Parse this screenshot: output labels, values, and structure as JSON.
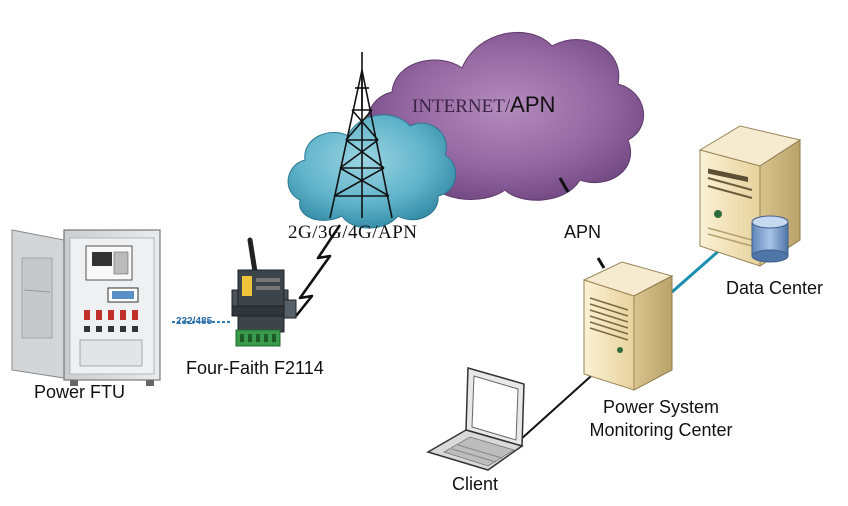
{
  "nodes": {
    "power_ftu": {
      "label": "Power FTU"
    },
    "router": {
      "label": "Four-Faith F2114",
      "port_label": "232/485"
    },
    "cellular_cloud": {
      "label": "2G/3G/4G/APN"
    },
    "internet_cloud": {
      "label_part1": "INTERNET/",
      "label_part2": "APN"
    },
    "apn_link": {
      "label": "APN"
    },
    "data_center": {
      "label": "Data Center"
    },
    "monitoring_center": {
      "label_line1": "Power System",
      "label_line2": "Monitoring Center"
    },
    "client": {
      "label": "Client"
    }
  },
  "colors": {
    "cellular_cloud": "#5fb3c9",
    "internet_cloud": "#9c6aa6",
    "network_line": "#1a8fb0",
    "server_body": "#f1e2b8",
    "cabinet": "#d7dadb"
  }
}
